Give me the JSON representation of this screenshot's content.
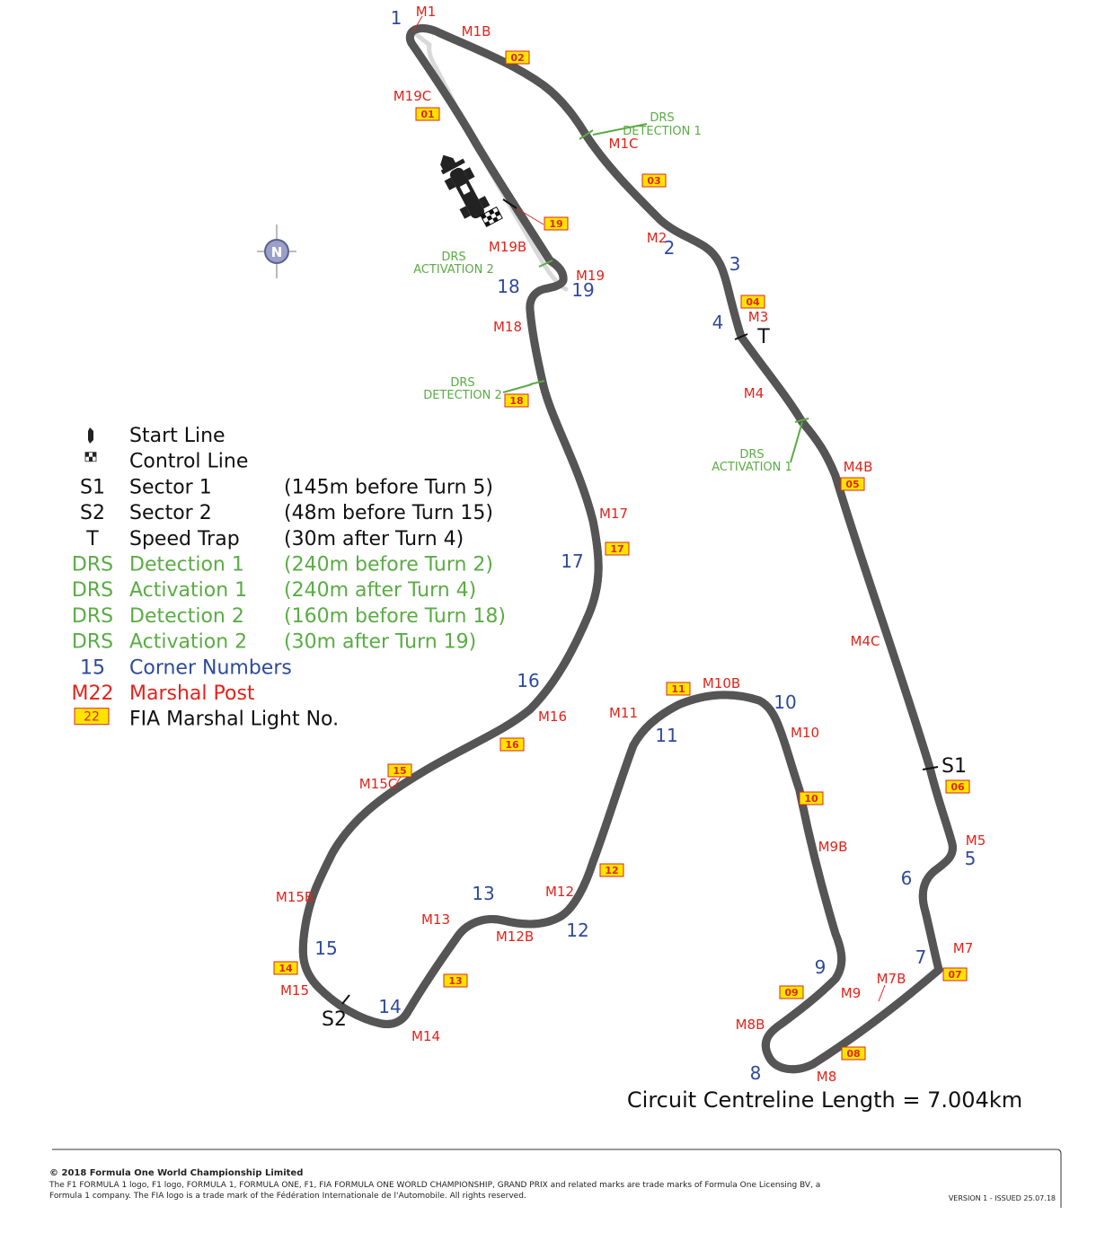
{
  "circuit_length": "Circuit Centreline Length = 7.004km",
  "corners": [
    "1",
    "2",
    "3",
    "4",
    "5",
    "6",
    "7",
    "8",
    "9",
    "10",
    "11",
    "12",
    "13",
    "14",
    "15",
    "16",
    "17",
    "18",
    "19"
  ],
  "marshal_posts": [
    "M1",
    "M1B",
    "M1C",
    "M2",
    "M3",
    "M4",
    "M4B",
    "M4C",
    "M5",
    "M7",
    "M7B",
    "M8",
    "M8B",
    "M9",
    "M9B",
    "M10",
    "M10B",
    "M11",
    "M12",
    "M12B",
    "M13",
    "M14",
    "M15",
    "M15B",
    "M15C",
    "M16",
    "M17",
    "M18",
    "M19",
    "M19B",
    "M19C"
  ],
  "lights": [
    "01",
    "02",
    "03",
    "04",
    "05",
    "06",
    "07",
    "08",
    "09",
    "10",
    "11",
    "12",
    "13",
    "14",
    "15",
    "16",
    "17",
    "18",
    "19"
  ],
  "drs_labels": {
    "detection1": [
      "DRS",
      "DETECTION 1"
    ],
    "activation1": [
      "DRS",
      "ACTIVATION 1"
    ],
    "detection2": [
      "DRS",
      "DETECTION 2"
    ],
    "activation2": [
      "DRS",
      "ACTIVATION 2"
    ]
  },
  "markers": {
    "s1": "S1",
    "s2": "S2",
    "t": "T"
  },
  "compass": "N",
  "legend": [
    {
      "symbol": "",
      "symbol_icon": "start-line-icon",
      "label": "Start Line",
      "note": "",
      "color": "#111111"
    },
    {
      "symbol": "",
      "symbol_icon": "control-line-icon",
      "label": "Control Line",
      "note": "",
      "color": "#111111"
    },
    {
      "symbol": "S1",
      "label": "Sector 1",
      "note": "(145m before Turn 5)",
      "color": "#111111"
    },
    {
      "symbol": "S2",
      "label": "Sector 2",
      "note": "(48m before Turn 15)",
      "color": "#111111"
    },
    {
      "symbol": "T",
      "label": "Speed Trap",
      "note": "(30m after Turn 4)",
      "color": "#111111"
    },
    {
      "symbol": "DRS",
      "label": "Detection 1",
      "note": "(240m before Turn 2)",
      "color": "#5aac44"
    },
    {
      "symbol": "DRS",
      "label": "Activation 1",
      "note": "(240m after Turn 4)",
      "color": "#5aac44"
    },
    {
      "symbol": "DRS",
      "label": "Detection 2",
      "note": "(160m before Turn 18)",
      "color": "#5aac44"
    },
    {
      "symbol": "DRS",
      "label": "Activation 2",
      "note": "(30m after Turn 19)",
      "color": "#5aac44"
    },
    {
      "symbol": "15",
      "label": "Corner Numbers",
      "note": "",
      "color": "#2e4a9e"
    },
    {
      "symbol": "M22",
      "label": "Marshal Post",
      "note": "",
      "color": "#e2231a"
    },
    {
      "symbol": "22",
      "symbol_box": true,
      "label": "FIA Marshal Light No.",
      "note": "",
      "color": "#111111"
    }
  ],
  "footer": {
    "copyright": "© 2018 Formula One World Championship Limited",
    "line1": "The F1 FORMULA 1 logo, F1 logo, FORMULA 1, FORMULA ONE, F1, FIA FORMULA ONE WORLD CHAMPIONSHIP, GRAND PRIX and related marks are trade marks of Formula One Licensing BV, a",
    "line2": "Formula 1 company. The FIA logo is a trade mark of the Fédération Internationale de l'Automobile. All rights reserved.",
    "version": "VERSION 1 - ISSUED 25.07.18"
  },
  "colors": {
    "track": "#c9cacb",
    "track_edge": "#555555",
    "corner": "#2e4a9e",
    "marshal": "#e2231a",
    "drs": "#5aac44",
    "light_fill": "#ffe400"
  }
}
